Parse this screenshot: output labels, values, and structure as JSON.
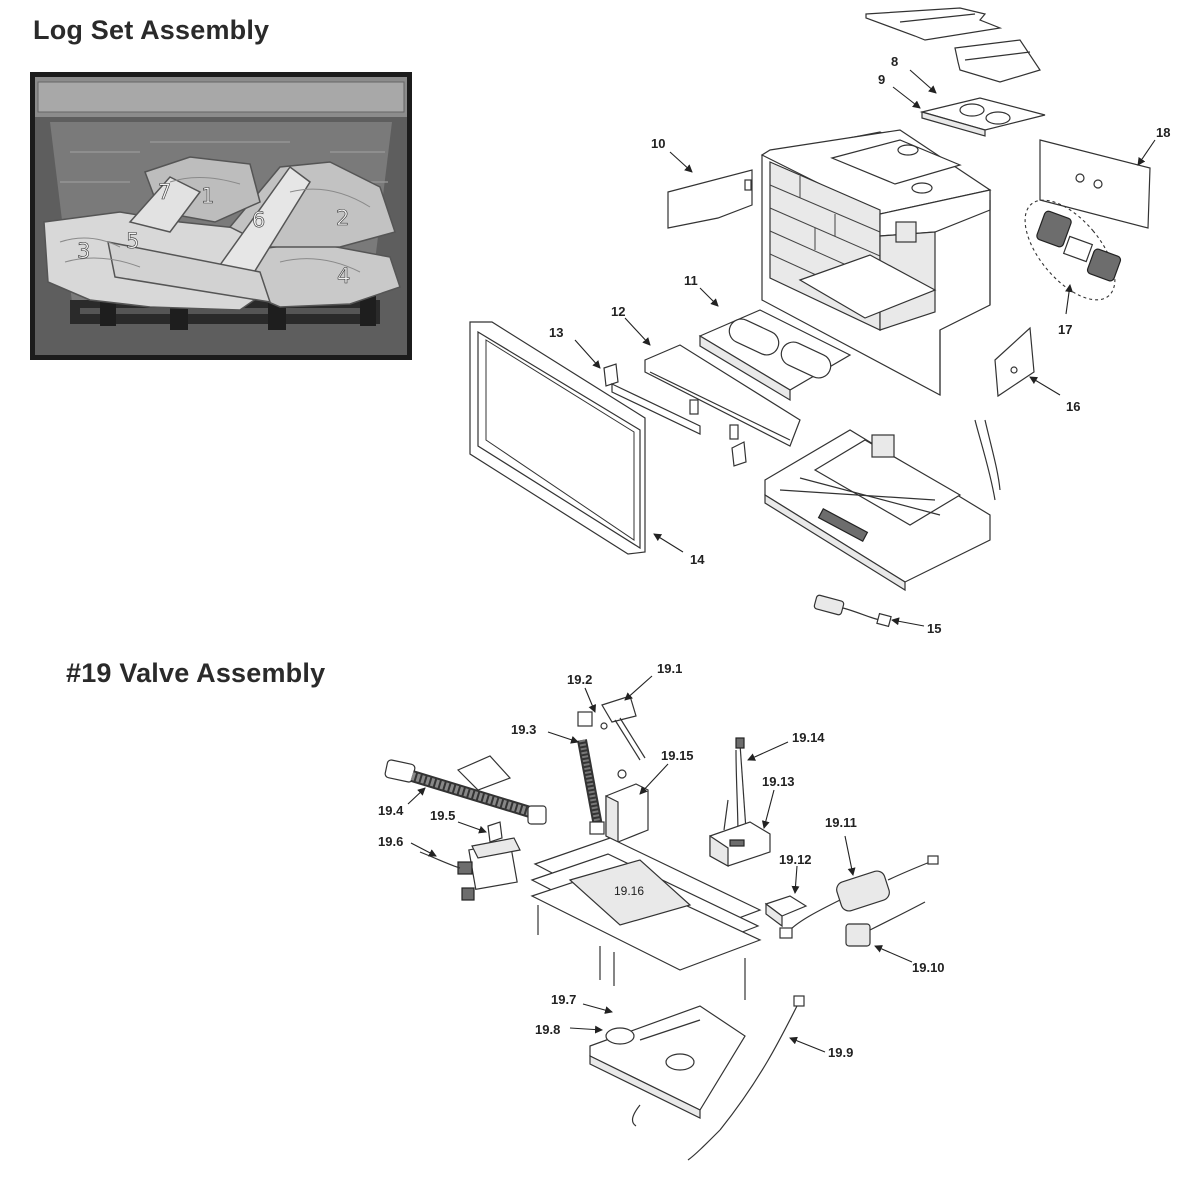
{
  "headings": {
    "log_set": "Log Set Assembly",
    "valve": "#19 Valve Assembly"
  },
  "photo_labels": [
    "1",
    "2",
    "3",
    "4",
    "5",
    "6",
    "7"
  ],
  "fireplace_labels": [
    "8",
    "9",
    "10",
    "11",
    "12",
    "13",
    "14",
    "15",
    "16",
    "17",
    "18"
  ],
  "valve_labels": [
    "19.1",
    "19.2",
    "19.3",
    "19.4",
    "19.5",
    "19.6",
    "19.7",
    "19.8",
    "19.9",
    "19.10",
    "19.11",
    "19.12",
    "19.13",
    "19.14",
    "19.15",
    "19.16"
  ],
  "colors": {
    "photo_background": "#4a4a4a",
    "log_fill": "#d8d8d8",
    "line": "#333333"
  }
}
